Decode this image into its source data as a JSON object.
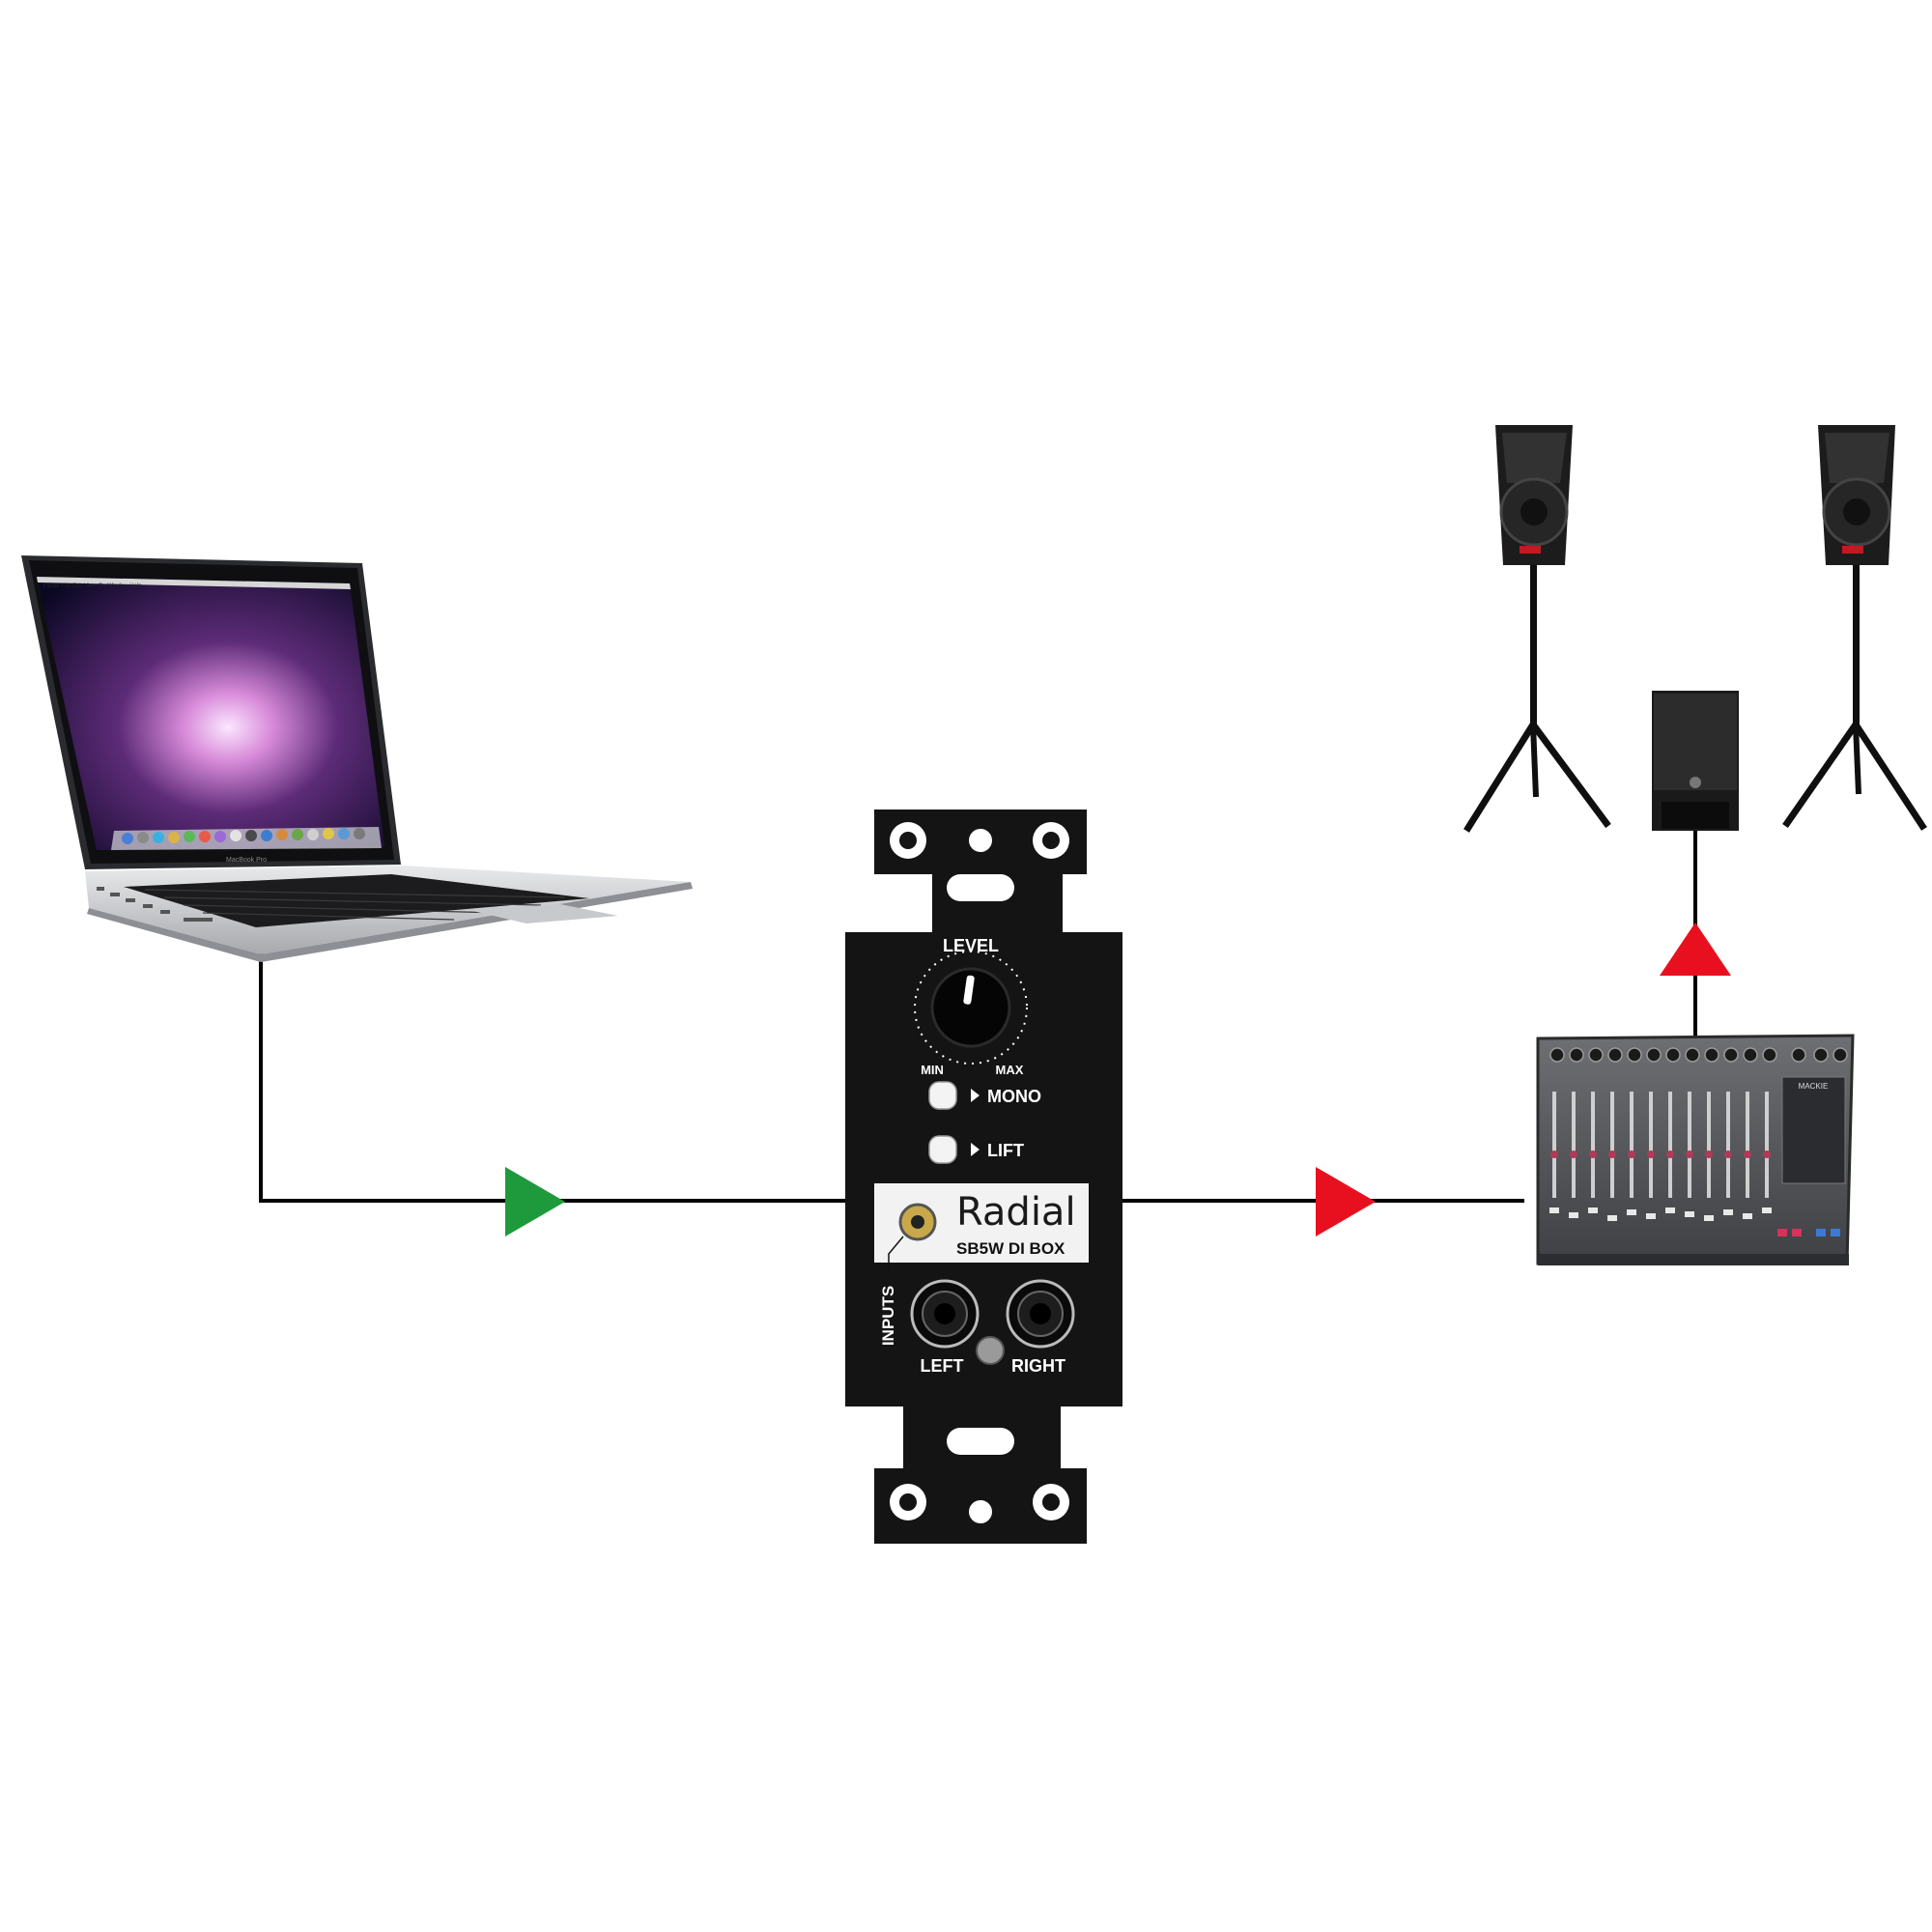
{
  "colors": {
    "wire": "#000000",
    "input_arrow": "#1e9a3c",
    "output_arrow": "#e8101f",
    "plate": "#141414",
    "label_panel": "#f2f2f2"
  },
  "laptop": {
    "menubar": "Finder  File  Edit  View  Go  Window  Help",
    "model_label": "MacBook Pro"
  },
  "di_box": {
    "level_label": "LEVEL",
    "min_label": "MIN",
    "max_label": "MAX",
    "mono_label": "MONO",
    "lift_label": "LIFT",
    "brand": "Radial",
    "model": "SB5W DI BOX",
    "inputs_label": "INPUTS",
    "left_label": "LEFT",
    "right_label": "RIGHT"
  },
  "mixer": {
    "brand_label": "MACKIE"
  }
}
